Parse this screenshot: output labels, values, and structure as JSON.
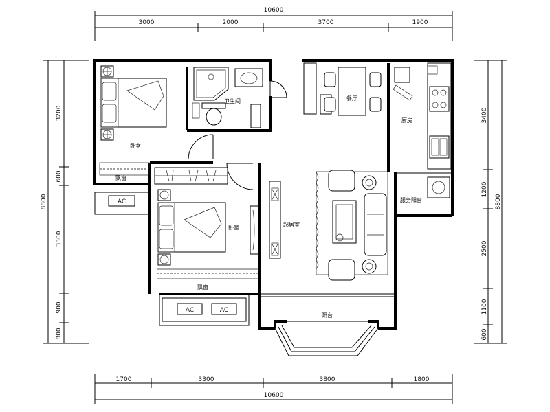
{
  "dimensions": {
    "top_total": "10600",
    "top": [
      "3000",
      "2000",
      "3700",
      "1900"
    ],
    "bottom_total": "10600",
    "bottom": [
      "1700",
      "3300",
      "3800",
      "1800"
    ],
    "left_total": "8800",
    "left": [
      "3200",
      "600",
      "3300",
      "900",
      "800"
    ],
    "right_total": "8800",
    "right": [
      "3400",
      "1200",
      "2500",
      "1100",
      "600"
    ]
  },
  "rooms": {
    "bedroom_top": "卧室",
    "bay_window_top": "飘窗",
    "bathroom": "卫生间",
    "dining": "餐厅",
    "kitchen": "厨房",
    "service_balcony": "服务阳台",
    "bedroom_mid": "卧室",
    "living": "起居室",
    "bay_window_bottom": "飘窗",
    "balcony": "阳台"
  },
  "ac_units": [
    "AC",
    "AC",
    "AC"
  ]
}
